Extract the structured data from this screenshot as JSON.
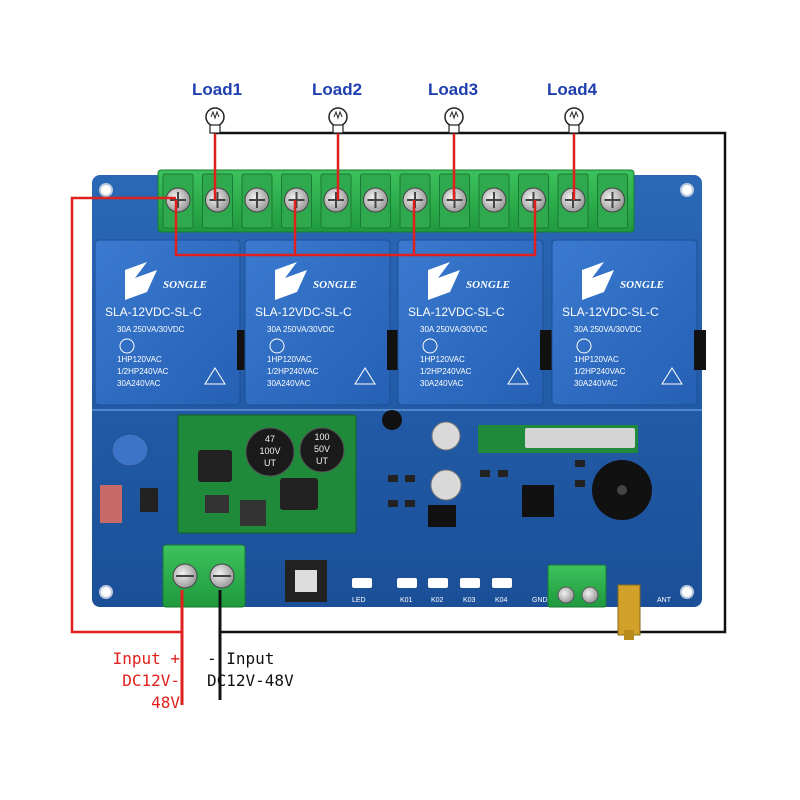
{
  "loads": [
    {
      "label": "Load1"
    },
    {
      "label": "Load2"
    },
    {
      "label": "Load3"
    },
    {
      "label": "Load4"
    }
  ],
  "relay": {
    "brand": "SONGLE",
    "model": "SLA-12VDC-SL-C",
    "rating": "30A 250VA/30VDC",
    "lines": [
      "1HP120VAC",
      "1/2HP240VAC",
      "30A240VAC"
    ]
  },
  "capacitors": [
    {
      "text": "47\n100V\nUT"
    },
    {
      "text": "100\n50V\nUT"
    }
  ],
  "board_labels": {
    "led": "LED",
    "k1": "K01",
    "k2": "K02",
    "k3": "K03",
    "k4": "K04",
    "gnd": "GND",
    "ant": "ANT"
  },
  "input_positive": {
    "line1": "Input +",
    "line2": "DC12V-48V",
    "color": "#e0201c"
  },
  "input_negative": {
    "line1": "- Input",
    "line2": "DC12V-48V",
    "color": "#111111"
  },
  "colors": {
    "board": "#1f5aa8",
    "relay": "#2f6fc8",
    "terminal": "#2bb14a",
    "wire_red": "#e0201c",
    "wire_black": "#111111",
    "load_label": "#1f3fae",
    "pcb_green": "#1f8a3a"
  }
}
